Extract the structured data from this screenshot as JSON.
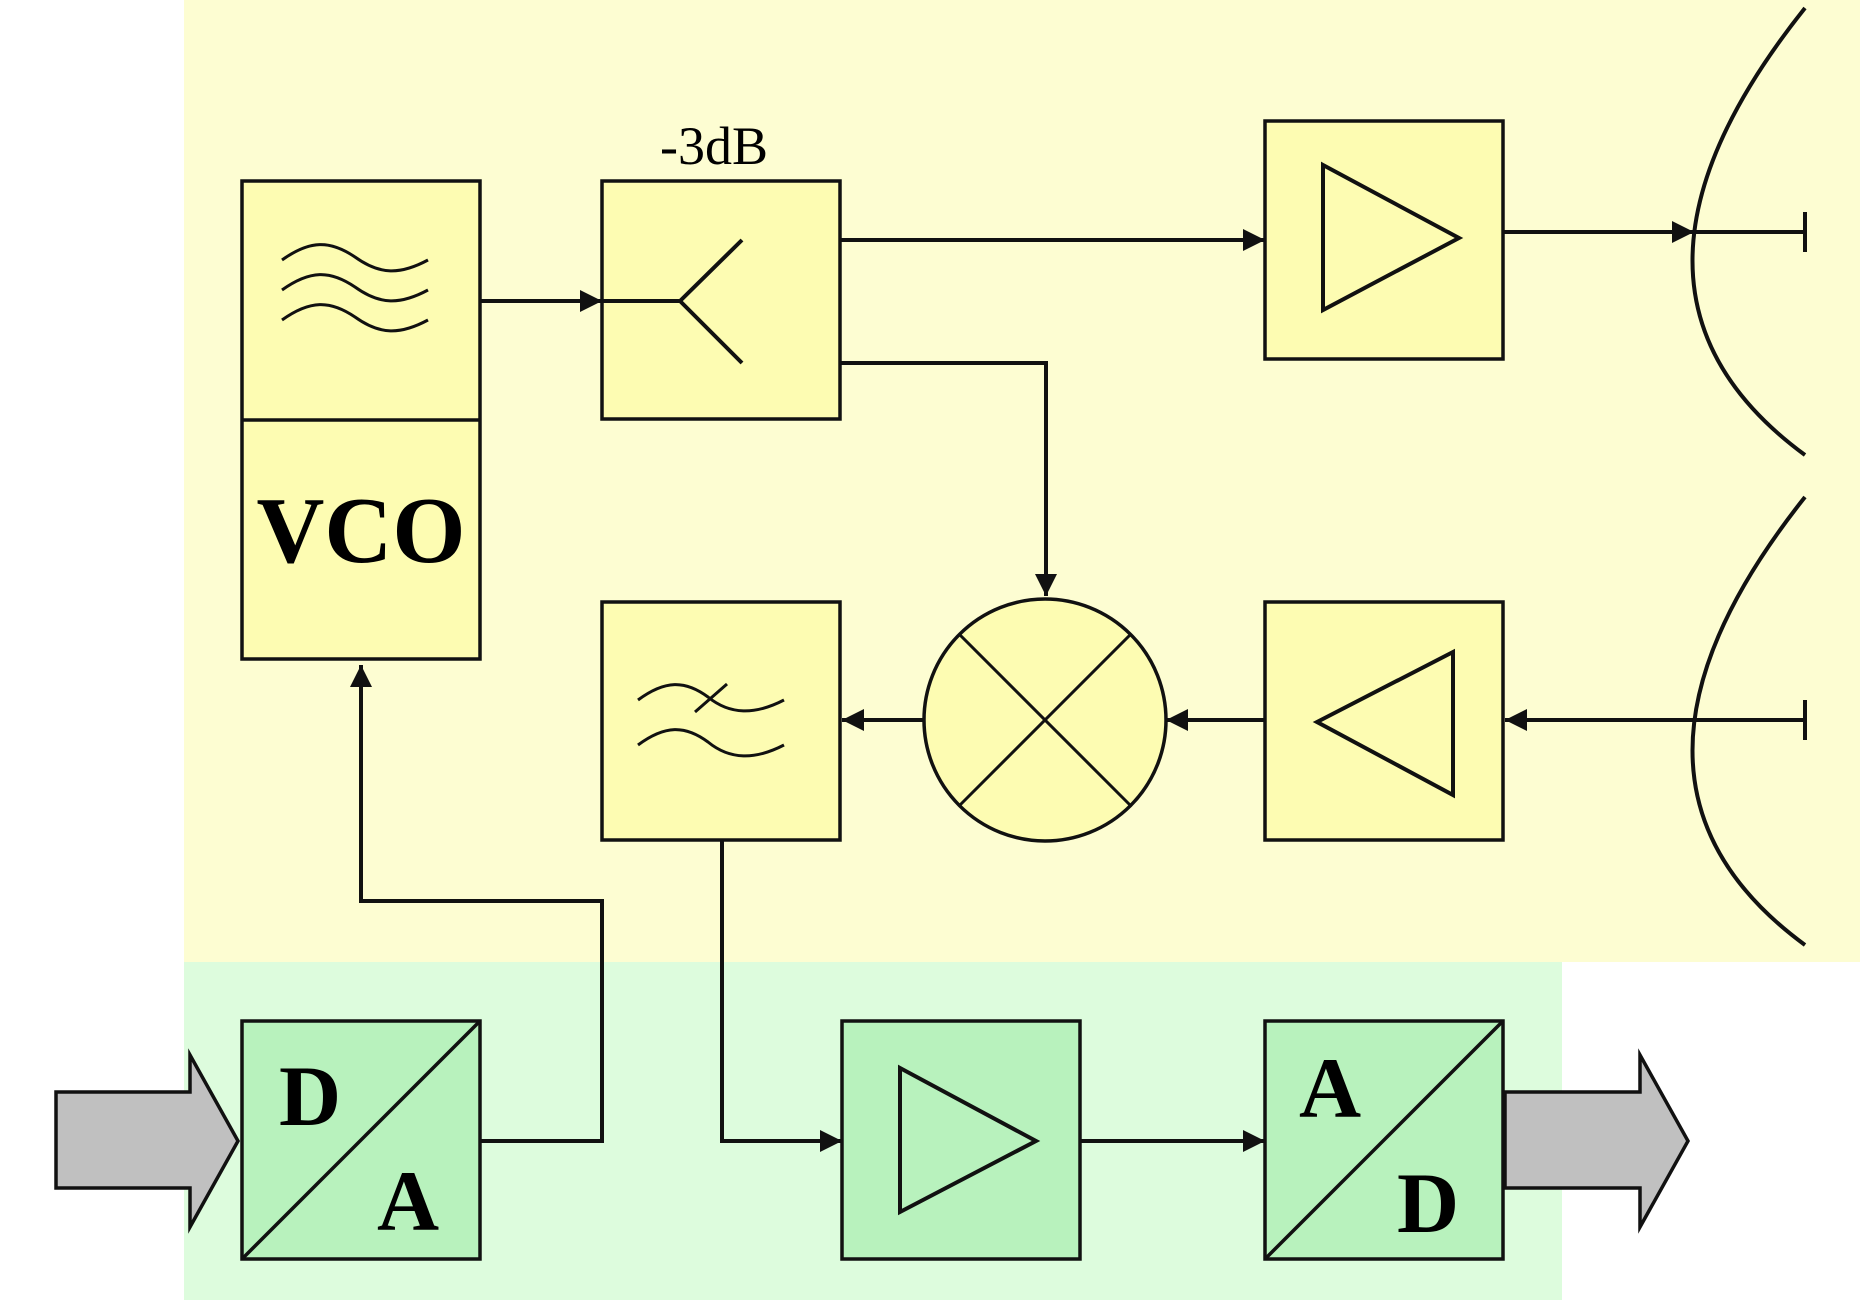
{
  "labels": {
    "splitter_gain": "-3dB",
    "vco": "VCO",
    "dac_in": "D",
    "dac_out": "A",
    "adc_in": "A",
    "adc_out": "D"
  },
  "colors": {
    "rf_region": "#fdfdd2",
    "baseband_region": "#ddfcdd",
    "rf_block": "#fdfcb2",
    "baseband_block": "#b8f2bd",
    "data_arrow": "#c0c0c0",
    "stroke": "#111111"
  }
}
